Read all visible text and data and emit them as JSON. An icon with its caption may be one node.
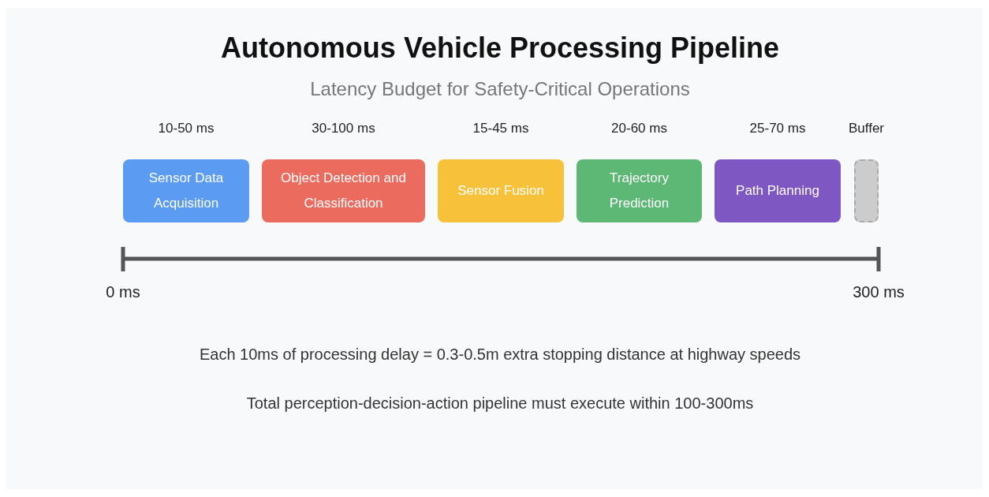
{
  "diagram": {
    "title": "Autonomous Vehicle Processing Pipeline",
    "nodes": [
      {
        "text": [
          "Sensor Data Acquisition"
        ],
        "beside": [
          "10-50 ms"
        ]
      },
      {
        "text": [
          "Object Detection and Classification"
        ],
        "beside": [
          "30-100 ms"
        ]
      },
      {
        "text": [
          "Sensor Fusion"
        ],
        "beside": [
          "15-45 ms"
        ]
      },
      {
        "text": [
          "Trajectory Prediction"
        ],
        "beside": [
          "20-60 ms"
        ]
      },
      {
        "text": [
          "Path Planning"
        ],
        "beside": [
          "25-70 ms"
        ]
      },
      {
        "text": [],
        "shape": "box",
        "beside": [
          "Buffer"
        ]
      }
    ],
    "labels": [
      "Latency Budget for Safety-Critical Operations",
      "0 ms",
      "300 ms",
      "Each 10ms of processing delay = 0.3-0.5m extra stopping distance at highway speeds",
      "Total perception-decision-action pipeline must execute within 100-300ms"
    ]
  }
}
